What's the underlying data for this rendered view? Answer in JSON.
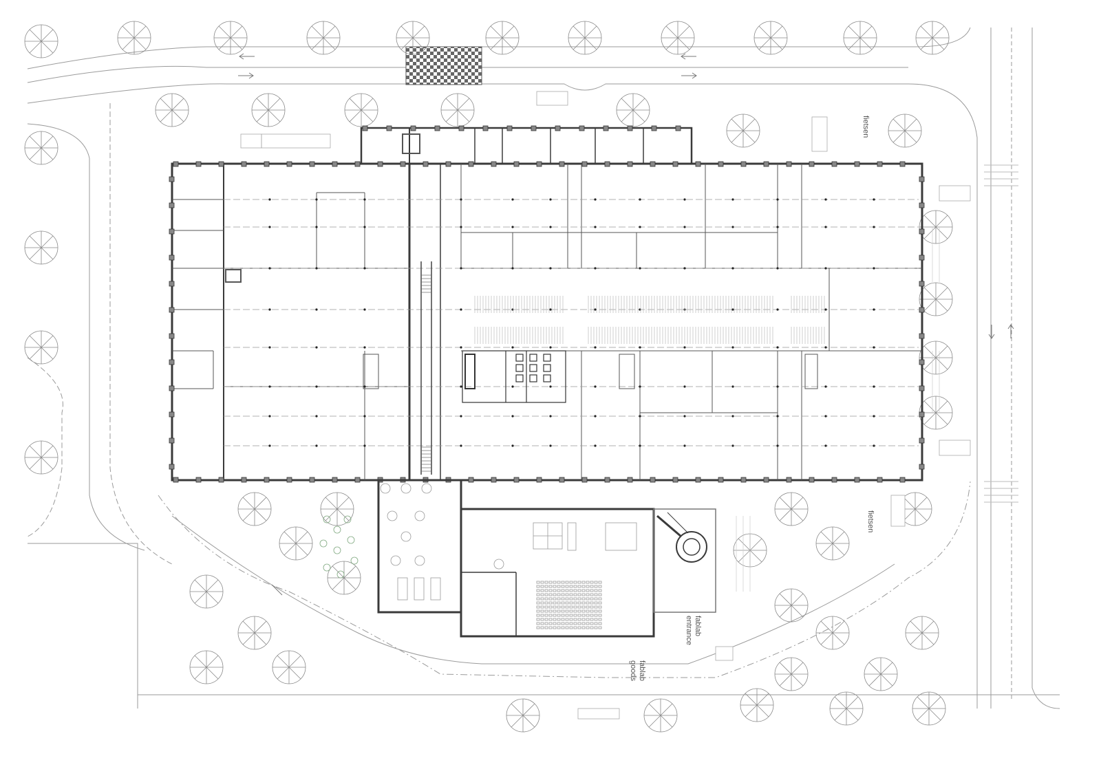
{
  "labels": {
    "fietsen_top": "fietsen",
    "fietsen_right": "fietsen",
    "fablab_entrance_1": "fablab",
    "fablab_entrance_2": "entrance",
    "fablab_goods_1": "fablab",
    "fablab_goods_2": "goods"
  },
  "icons": [
    "tree-icon",
    "arrow-left-icon",
    "arrow-right-icon",
    "arrow-up-icon",
    "arrow-down-icon",
    "bicycle-icon",
    "car-icon",
    "staircase-icon",
    "crosswalk-icon"
  ],
  "colors": {
    "wall": "#3a3a3a",
    "line": "#777777",
    "light": "#bdbdbd",
    "accent_green": "#7fa87f"
  }
}
